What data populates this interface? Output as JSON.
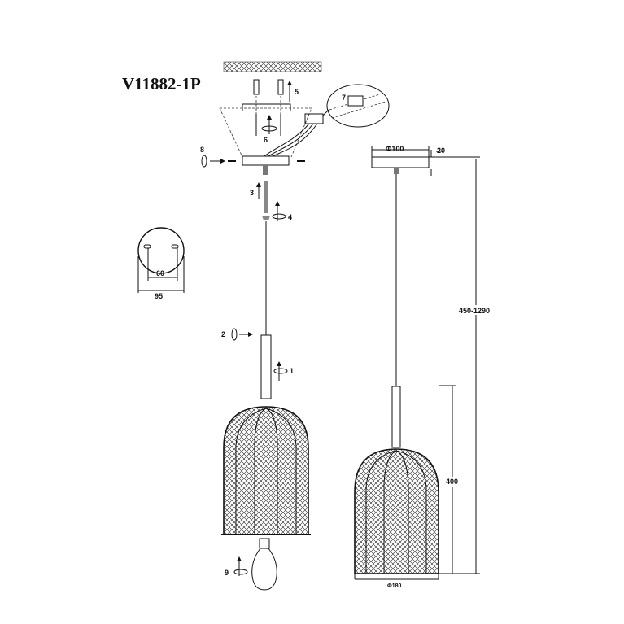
{
  "title": "V11882-1P",
  "steps": {
    "s1": "1",
    "s2": "2",
    "s3": "3",
    "s4": "4",
    "s5": "5",
    "s6": "6",
    "s7": "7",
    "s8": "8",
    "s9": "9"
  },
  "dimensions": {
    "canopy_diameter": "Φ100",
    "canopy_height": "20",
    "total_height": "450-1290",
    "shade_height": "400",
    "shade_diameter": "Φ180",
    "mount_hole_spacing": "60",
    "mount_plate_diameter": "95"
  }
}
